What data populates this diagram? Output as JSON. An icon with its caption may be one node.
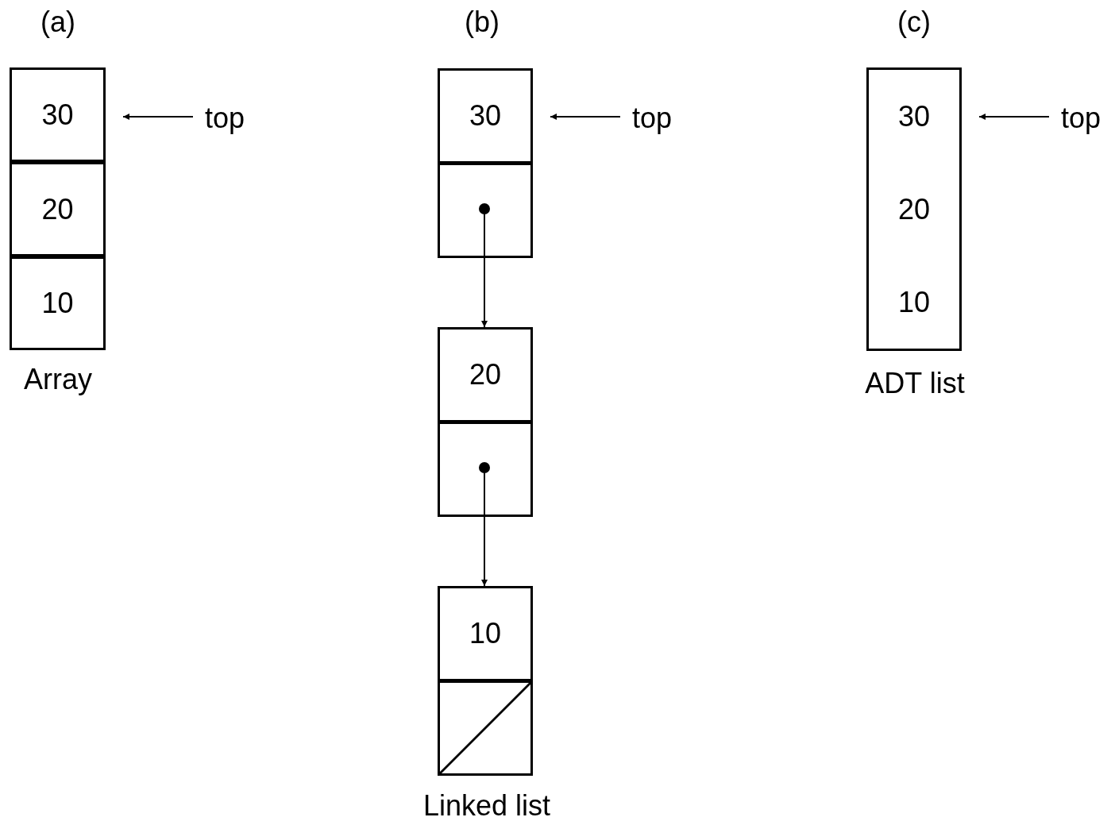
{
  "diagram": {
    "nodes": [
      {
        "text": [
          "30"
        ]
      },
      {
        "text": [
          "20"
        ]
      },
      {
        "text": [
          "10"
        ]
      },
      {
        "text": [
          "top"
        ]
      },
      {
        "text": [],
        "shape": "box"
      },
      {
        "text": [
          "30"
        ],
        "in": 4
      },
      {
        "text": [],
        "shape": "box",
        "in": 4
      },
      {
        "text": [
          "top"
        ]
      },
      {
        "text": [],
        "shape": "box"
      },
      {
        "text": [
          "20"
        ],
        "in": 8
      },
      {
        "text": [],
        "shape": "box",
        "in": 8
      },
      {
        "text": [],
        "shape": "box"
      },
      {
        "text": [
          "10"
        ],
        "in": 11
      },
      {
        "text": [],
        "shape": "box",
        "in": 11
      },
      {
        "text": [
          "30",
          "20",
          "10"
        ]
      },
      {
        "text": [
          "top"
        ]
      }
    ],
    "edges": [
      {
        "from": 3,
        "to": 0,
        "arrow": "to"
      },
      {
        "from": 7,
        "to": 5,
        "arrow": "to"
      },
      {
        "from": 6,
        "to": 8,
        "arrow": "to"
      },
      {
        "from": 10,
        "to": 11,
        "arrow": "to"
      },
      {
        "from": 15,
        "to": 14,
        "arrow": "to"
      }
    ],
    "labels": [
      "(a)",
      "(b)",
      "(c)",
      "Array",
      "ADT list",
      "Linked list"
    ]
  }
}
